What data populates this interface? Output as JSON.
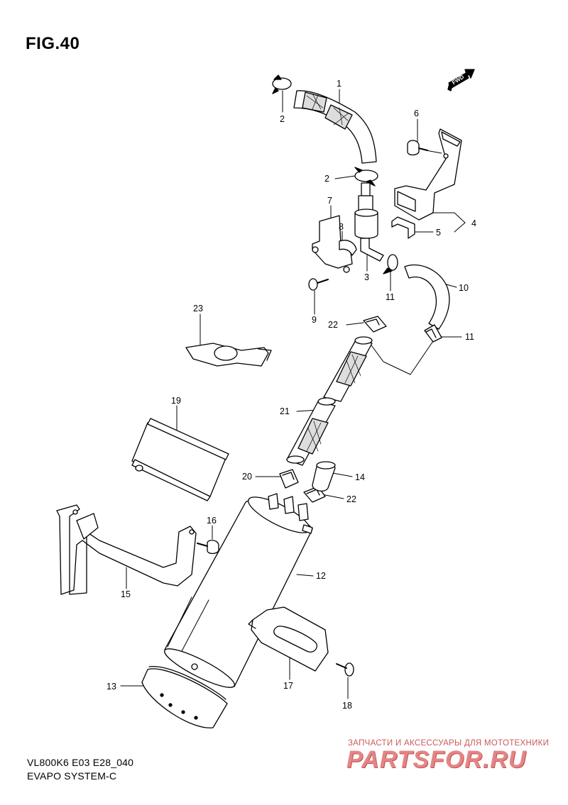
{
  "figure": {
    "title": "FIG.40"
  },
  "fwd_label": "FWD",
  "callouts": [
    {
      "id": "c1",
      "text": "1"
    },
    {
      "id": "c2a",
      "text": "2"
    },
    {
      "id": "c2b",
      "text": "2"
    },
    {
      "id": "c3",
      "text": "3"
    },
    {
      "id": "c4",
      "text": "4"
    },
    {
      "id": "c5",
      "text": "5"
    },
    {
      "id": "c6",
      "text": "6"
    },
    {
      "id": "c7",
      "text": "7"
    },
    {
      "id": "c8",
      "text": "8"
    },
    {
      "id": "c9",
      "text": "9"
    },
    {
      "id": "c10",
      "text": "10"
    },
    {
      "id": "c11a",
      "text": "11"
    },
    {
      "id": "c11b",
      "text": "11"
    },
    {
      "id": "c12",
      "text": "12"
    },
    {
      "id": "c13",
      "text": "13"
    },
    {
      "id": "c14",
      "text": "14"
    },
    {
      "id": "c15",
      "text": "15"
    },
    {
      "id": "c16",
      "text": "16"
    },
    {
      "id": "c17",
      "text": "17"
    },
    {
      "id": "c18",
      "text": "18"
    },
    {
      "id": "c19",
      "text": "19"
    },
    {
      "id": "c20",
      "text": "20"
    },
    {
      "id": "c21",
      "text": "21"
    },
    {
      "id": "c22a",
      "text": "22"
    },
    {
      "id": "c22b",
      "text": "22"
    },
    {
      "id": "c23",
      "text": "23"
    }
  ],
  "footer": {
    "model_code": "VL800K6 E03 E28_040",
    "section_name": "EVAPO SYSTEM-C"
  },
  "watermark": {
    "tagline": "ЗАПЧАСТИ И АКСЕССУАРЫ ДЛЯ МОТОТЕХНИКИ",
    "brand": "PARTSFOR.RU"
  }
}
